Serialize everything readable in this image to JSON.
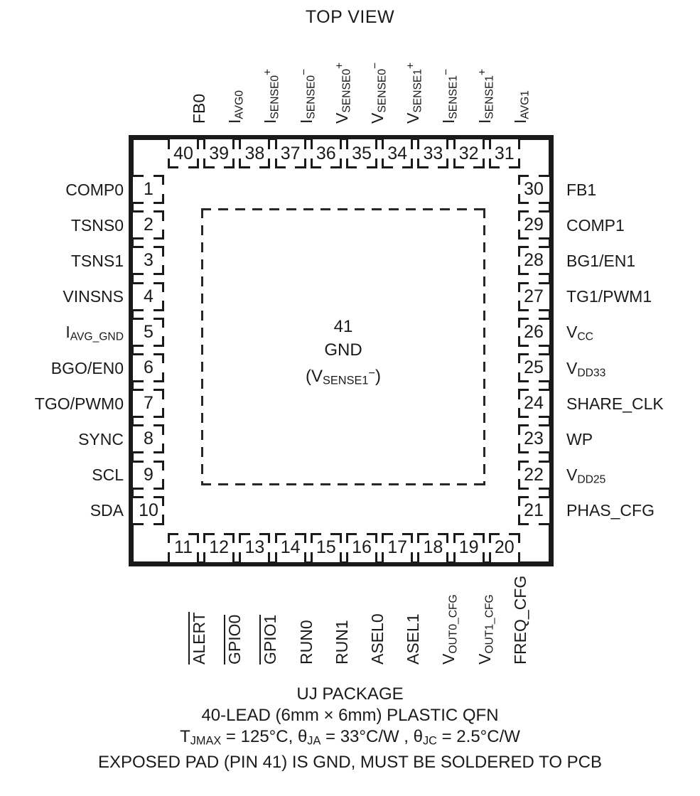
{
  "title": "TOP VIEW",
  "package": {
    "exposed_pad_pin": "41",
    "exposed_pad_name": "GND",
    "exposed_pad_alt_prefix": "(V",
    "exposed_pad_alt_sub": "SENSE1",
    "exposed_pad_alt_sup": "−",
    "exposed_pad_alt_suffix": ")"
  },
  "caption": {
    "line1": "UJ PACKAGE",
    "line2": "40-LEAD (6mm × 6mm) PLASTIC QFN",
    "line3_t": "T",
    "line3_t_sub": "JMAX",
    "line3_a": " = 125°C, ",
    "line3_th1": "θ",
    "line3_th1_sub": "JA",
    "line3_b": " = 33°C/W , ",
    "line3_th2": "θ",
    "line3_th2_sub": "JC",
    "line3_c": " = 2.5°C/W",
    "line4": "EXPOSED PAD (PIN 41) IS GND, MUST BE SOLDERED TO PCB"
  },
  "pins": {
    "left": [
      {
        "num": "1",
        "label": "COMP0"
      },
      {
        "num": "2",
        "label": "TSNS0"
      },
      {
        "num": "3",
        "label": "TSNS1"
      },
      {
        "num": "4",
        "label": "VINSNS"
      },
      {
        "num": "5",
        "label": "I",
        "sub": "AVG_GND"
      },
      {
        "num": "6",
        "label": "BGO/EN0"
      },
      {
        "num": "7",
        "label": "TGO/PWM0"
      },
      {
        "num": "8",
        "label": "SYNC"
      },
      {
        "num": "9",
        "label": "SCL"
      },
      {
        "num": "10",
        "label": "SDA"
      }
    ],
    "bottom": [
      {
        "num": "11",
        "label": "ALERT",
        "overline": true
      },
      {
        "num": "12",
        "label": "GPIO0",
        "overline": true
      },
      {
        "num": "13",
        "label": "GPIO1",
        "overline": true
      },
      {
        "num": "14",
        "label": "RUN0"
      },
      {
        "num": "15",
        "label": "RUN1"
      },
      {
        "num": "16",
        "label": "ASEL0"
      },
      {
        "num": "17",
        "label": "ASEL1"
      },
      {
        "num": "18",
        "label": "V",
        "sub": "OUT0_CFG"
      },
      {
        "num": "19",
        "label": "V",
        "sub": "OUT1_CFG"
      },
      {
        "num": "20",
        "label": "FREQ_CFG"
      }
    ],
    "right": [
      {
        "num": "21",
        "label": "PHAS_CFG"
      },
      {
        "num": "22",
        "label": "V",
        "sub": "DD25"
      },
      {
        "num": "23",
        "label": "WP"
      },
      {
        "num": "24",
        "label": "SHARE_CLK"
      },
      {
        "num": "25",
        "label": "V",
        "sub": "DD33"
      },
      {
        "num": "26",
        "label": "V",
        "sub": "CC"
      },
      {
        "num": "27",
        "label": "TG1/PWM1"
      },
      {
        "num": "28",
        "label": "BG1/EN1"
      },
      {
        "num": "29",
        "label": "COMP1"
      },
      {
        "num": "30",
        "label": "FB1"
      }
    ],
    "top": [
      {
        "num": "31",
        "label": "I",
        "sub": "AVG1"
      },
      {
        "num": "32",
        "label": "I",
        "sub": "SENSE1",
        "sup": "+"
      },
      {
        "num": "33",
        "label": "I",
        "sub": "SENSE1",
        "sup": "−"
      },
      {
        "num": "34",
        "label": "V",
        "sub": "SENSE1",
        "sup": "+"
      },
      {
        "num": "35",
        "label": "V",
        "sub": "SENSE0",
        "sup": "−"
      },
      {
        "num": "36",
        "label": "V",
        "sub": "SENSE0",
        "sup": "+"
      },
      {
        "num": "37",
        "label": "I",
        "sub": "SENSE0",
        "sup": "−"
      },
      {
        "num": "38",
        "label": "I",
        "sub": "SENSE0",
        "sup": "+"
      },
      {
        "num": "39",
        "label": "I",
        "sub": "AVG0"
      },
      {
        "num": "40",
        "label": "FB0"
      }
    ]
  },
  "colors": {
    "ink": "#1a1a1a",
    "background": "#ffffff"
  }
}
